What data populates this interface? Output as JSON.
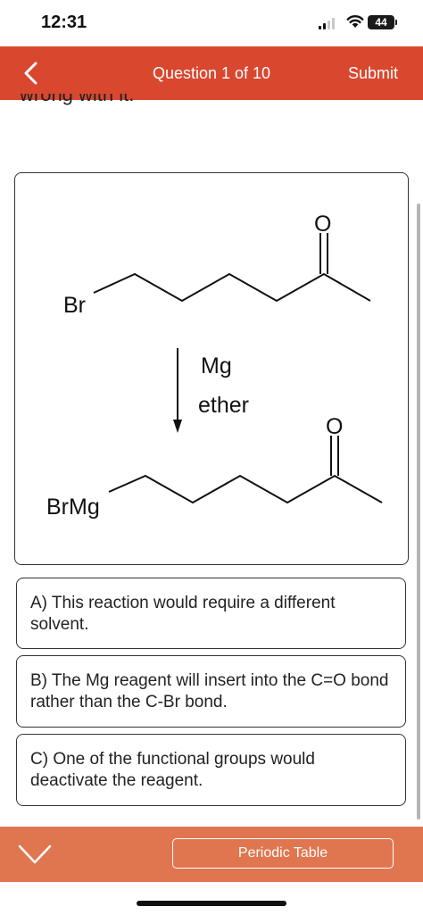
{
  "status_bar": {
    "time": "12:31",
    "battery": "44"
  },
  "nav": {
    "title": "Question 1 of 10",
    "submit_label": "Submit"
  },
  "question": {
    "visible_text_fragment": "wrong with it."
  },
  "diagram": {
    "reactant_label": "Br",
    "reactant_oxygen": "O",
    "reagent": "Mg",
    "solvent": "ether",
    "product_label": "BrMg",
    "product_oxygen": "O"
  },
  "answers": [
    {
      "text": "A) This reaction would require a different solvent."
    },
    {
      "text": "B) The Mg reagent will insert into the C=O bond rather than the C-Br bond."
    },
    {
      "text": "C) One of the functional groups would deactivate the reagent."
    }
  ],
  "bottom_bar": {
    "periodic_table_label": "Periodic Table"
  },
  "colors": {
    "header": "#d9472f",
    "footer": "#e0764f"
  }
}
